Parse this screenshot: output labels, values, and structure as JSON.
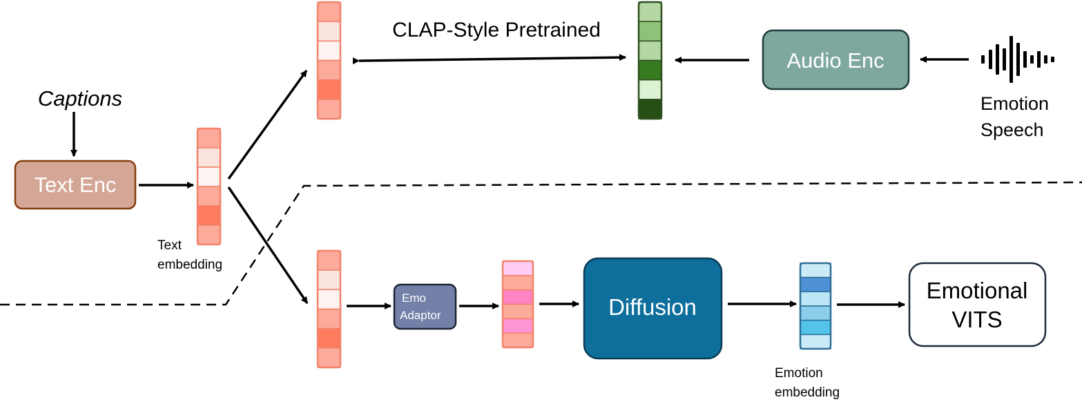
{
  "labels": {
    "captions": "Captions",
    "clap": "CLAP-Style Pretrained",
    "emotion_speech_line1": "Emotion",
    "emotion_speech_line2": "Speech",
    "text_embedding_line1": "Text",
    "text_embedding_line2": "embedding",
    "emotion_embedding_line1": "Emotion",
    "emotion_embedding_line2": "embedding"
  },
  "blocks": {
    "text_enc": "Text Enc",
    "audio_enc": "Audio Enc",
    "emo_adaptor_line1": "Emo",
    "emo_adaptor_line2": "Adaptor",
    "diffusion": "Diffusion",
    "vits_line1": "Emotional",
    "vits_line2": "VITS"
  },
  "colors": {
    "text_enc_fill": "#d4a696",
    "text_enc_stroke": "#843c0c",
    "audio_enc_fill": "#7ea79e",
    "audio_enc_stroke": "#1e3c3a",
    "emo_adaptor_fill": "#7381a8",
    "emo_adaptor_stroke": "#1c2236",
    "diffusion_fill": "#0e6f9c",
    "diffusion_stroke": "#0b3c55",
    "vits_fill": "#ffffff",
    "vits_stroke": "#1c2a3a",
    "salmon_stroke": "#f2826a",
    "green_stroke": "#2f4f1f",
    "blue_stroke": "#2e6e96"
  },
  "vectors": {
    "text_emb": [
      "#fcaa9a",
      "#fbe3de",
      "#fdf3f1",
      "#fcaa9a",
      "#fd7b5f",
      "#fcaa9a"
    ],
    "top_text_emb": [
      "#fcaa9a",
      "#fbe3de",
      "#fdf3f1",
      "#fcaa9a",
      "#fd7b5f",
      "#fcaa9a"
    ],
    "bottom_text_emb": [
      "#fcaa9a",
      "#fbe3de",
      "#fdf3f1",
      "#fcaa9a",
      "#fd7b5f",
      "#fcaa9a"
    ],
    "audio_emb": [
      "#b5d7a4",
      "#8ec17a",
      "#b5d7a4",
      "#377b21",
      "#ddf2d3",
      "#264f16"
    ],
    "adapted_emb": [
      "#ffccf5",
      "#fcaa9a",
      "#fd83c5",
      "#fcaa9a",
      "#fd94d4",
      "#fcaa9a"
    ],
    "emotion_emb": [
      "#c9eaf6",
      "#4e91d6",
      "#bce6f6",
      "#8ccdea",
      "#54c3ea",
      "#c9eaf6"
    ]
  }
}
